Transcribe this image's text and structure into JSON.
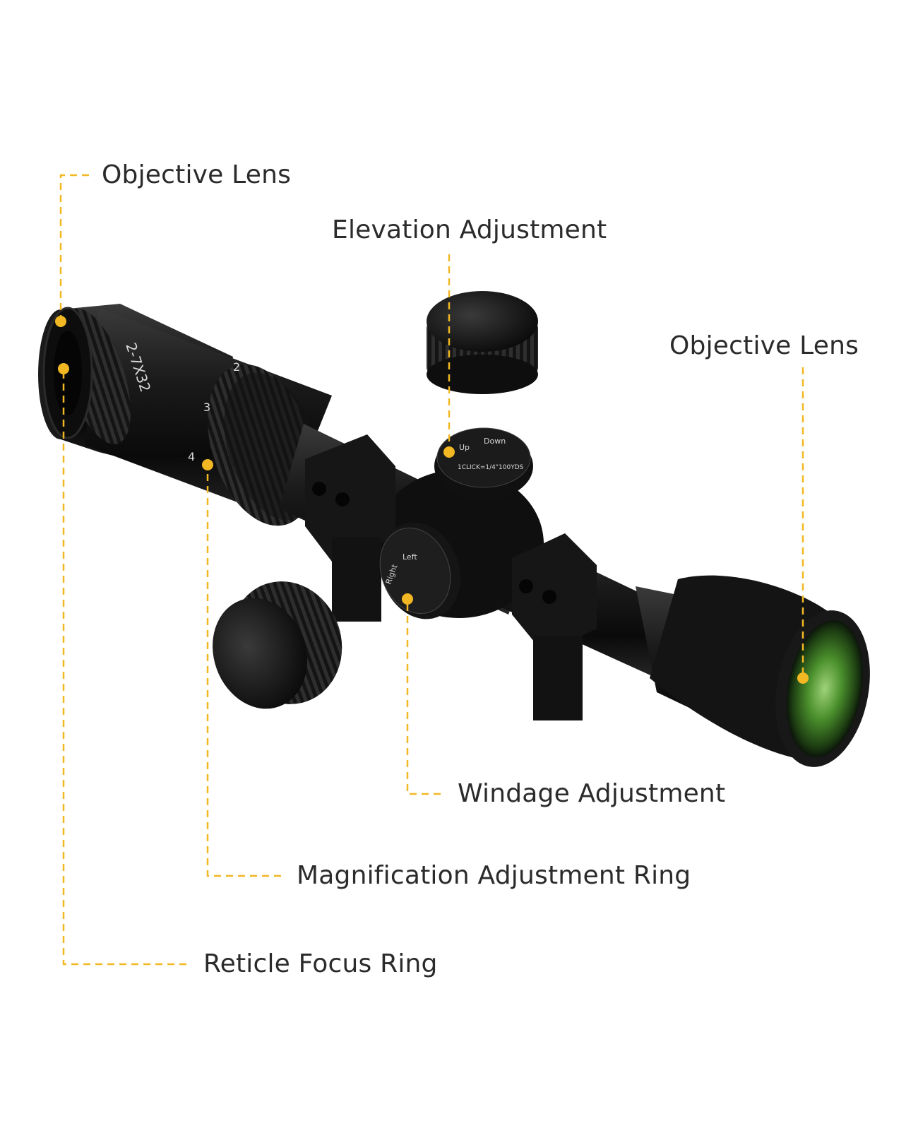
{
  "colors": {
    "callout": "#f2b824",
    "text": "#2b2b2b",
    "scope_body": "#111111",
    "lens_green": "#3f8a2a"
  },
  "callouts": {
    "objective_lens_left": "Objective Lens",
    "elevation_adjustment": "Elevation Adjustment",
    "objective_lens_right": "Objective Lens",
    "windage_adjustment": "Windage Adjustment",
    "magnification_adjustment_ring": "Magnification Adjustment Ring",
    "reticle_focus_ring": "Reticle Focus Ring"
  },
  "scope_markings": {
    "model": "2-7X32",
    "magnification_numbers": [
      "2",
      "3",
      "4"
    ],
    "turret_up": "Up",
    "turret_down": "Down",
    "turret_left": "Left",
    "turret_right": "Right",
    "click_value": "1CLICK=1/4\"100YDS"
  }
}
